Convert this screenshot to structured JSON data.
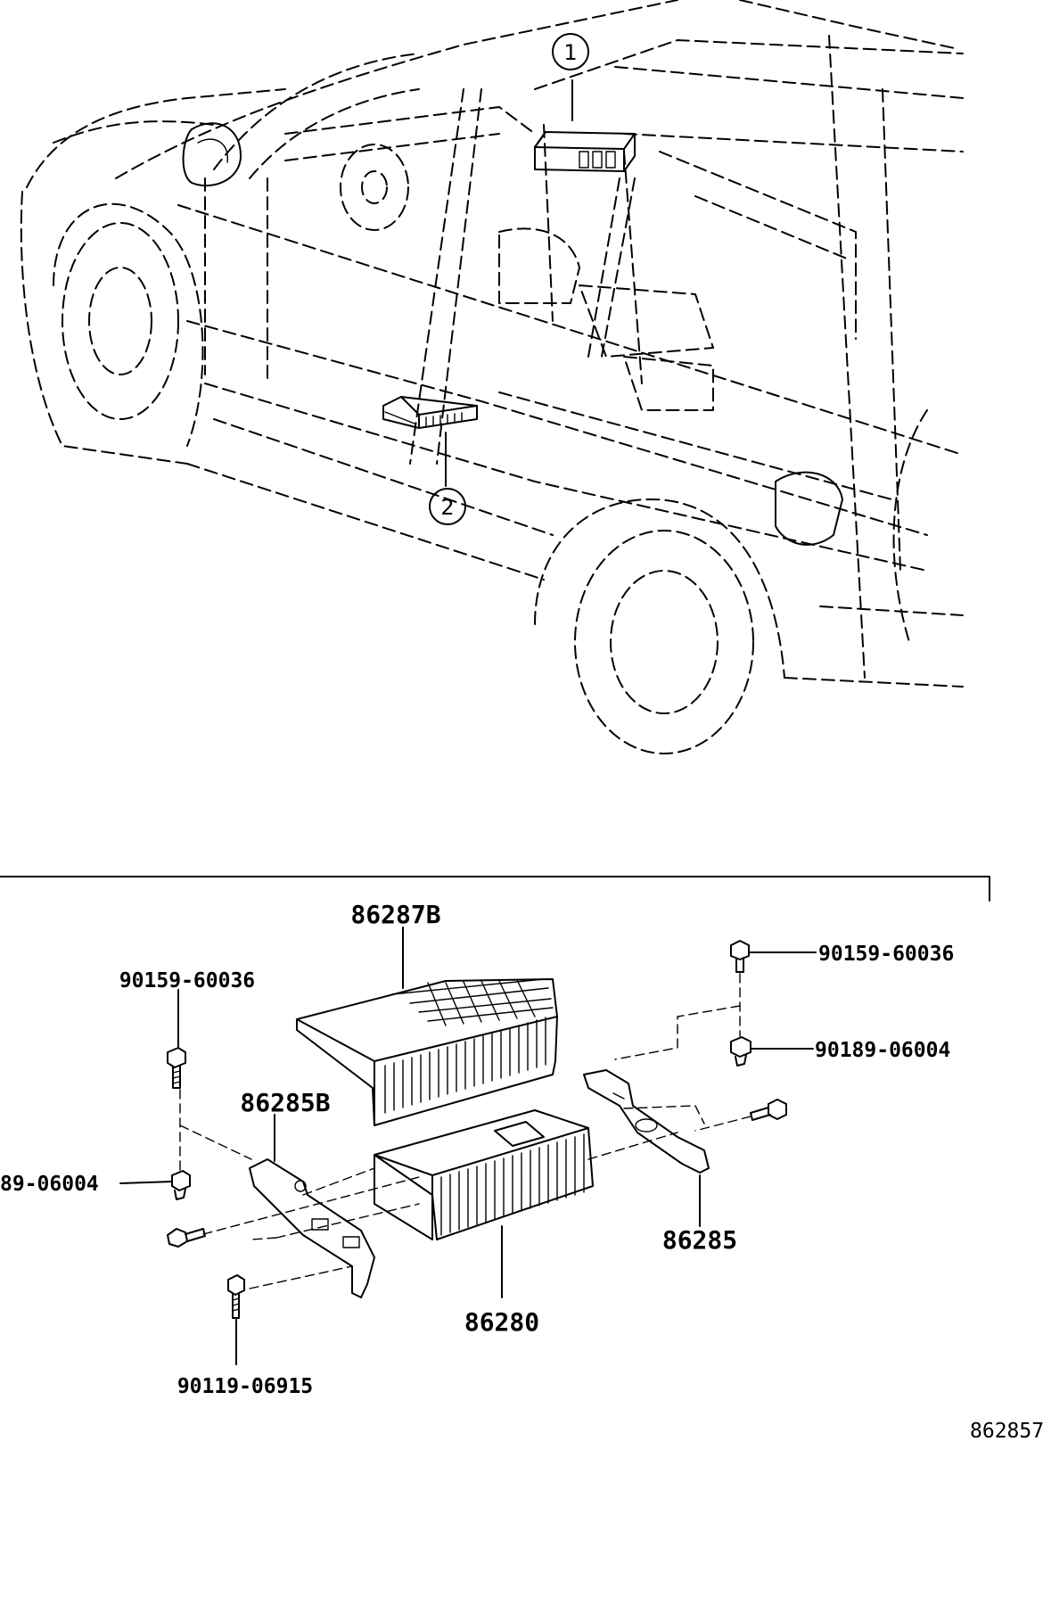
{
  "callouts": {
    "one": "1",
    "two": "2"
  },
  "parts": {
    "cover": "86287B",
    "amplifier": "86280",
    "bracket_left": "86285B",
    "bracket_right": "86285",
    "screw_top_left": "90159-60036",
    "screw_top_right": "90159-60036",
    "nut_left": "89-06004",
    "nut_right": "90189-06004",
    "bolt_bottom": "90119-06915"
  },
  "figure_code": "862857"
}
